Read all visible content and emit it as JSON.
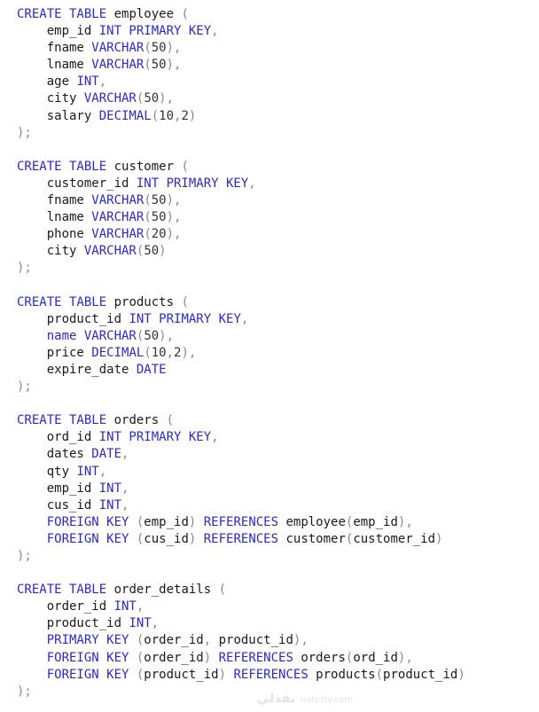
{
  "colors": {
    "keyword": "#2a2ac8",
    "identifier": "#1a1a1a",
    "punctuation": "#8a8a8a"
  },
  "watermark": {
    "arabic": "نفذلي",
    "site": "nafezly.com"
  },
  "code_lines": [
    [
      [
        "k",
        "CREATE TABLE"
      ],
      [
        "i",
        " employee "
      ],
      [
        "p",
        "("
      ]
    ],
    [
      [
        "i",
        "    emp_id "
      ],
      [
        "k",
        "INT PRIMARY KEY"
      ],
      [
        "p",
        ","
      ]
    ],
    [
      [
        "i",
        "    fname "
      ],
      [
        "k",
        "VARCHAR"
      ],
      [
        "p",
        "("
      ],
      [
        "n",
        "50"
      ],
      [
        "p",
        "),"
      ]
    ],
    [
      [
        "i",
        "    lname "
      ],
      [
        "k",
        "VARCHAR"
      ],
      [
        "p",
        "("
      ],
      [
        "n",
        "50"
      ],
      [
        "p",
        "),"
      ]
    ],
    [
      [
        "i",
        "    age "
      ],
      [
        "k",
        "INT"
      ],
      [
        "p",
        ","
      ]
    ],
    [
      [
        "i",
        "    city "
      ],
      [
        "k",
        "VARCHAR"
      ],
      [
        "p",
        "("
      ],
      [
        "n",
        "50"
      ],
      [
        "p",
        "),"
      ]
    ],
    [
      [
        "i",
        "    salary "
      ],
      [
        "k",
        "DECIMAL"
      ],
      [
        "p",
        "("
      ],
      [
        "n",
        "10"
      ],
      [
        "p",
        ","
      ],
      [
        "n",
        "2"
      ],
      [
        "p",
        ")"
      ]
    ],
    [
      [
        "p",
        ");"
      ]
    ],
    [],
    [
      [
        "k",
        "CREATE TABLE"
      ],
      [
        "i",
        " customer "
      ],
      [
        "p",
        "("
      ]
    ],
    [
      [
        "i",
        "    customer_id "
      ],
      [
        "k",
        "INT PRIMARY KEY"
      ],
      [
        "p",
        ","
      ]
    ],
    [
      [
        "i",
        "    fname "
      ],
      [
        "k",
        "VARCHAR"
      ],
      [
        "p",
        "("
      ],
      [
        "n",
        "50"
      ],
      [
        "p",
        "),"
      ]
    ],
    [
      [
        "i",
        "    lname "
      ],
      [
        "k",
        "VARCHAR"
      ],
      [
        "p",
        "("
      ],
      [
        "n",
        "50"
      ],
      [
        "p",
        "),"
      ]
    ],
    [
      [
        "i",
        "    phone "
      ],
      [
        "k",
        "VARCHAR"
      ],
      [
        "p",
        "("
      ],
      [
        "n",
        "20"
      ],
      [
        "p",
        "),"
      ]
    ],
    [
      [
        "i",
        "    city "
      ],
      [
        "k",
        "VARCHAR"
      ],
      [
        "p",
        "("
      ],
      [
        "n",
        "50"
      ],
      [
        "p",
        ")"
      ]
    ],
    [
      [
        "p",
        ");"
      ]
    ],
    [],
    [
      [
        "k",
        "CREATE TABLE"
      ],
      [
        "i",
        " products "
      ],
      [
        "p",
        "("
      ]
    ],
    [
      [
        "i",
        "    product_id "
      ],
      [
        "k",
        "INT PRIMARY KEY"
      ],
      [
        "p",
        ","
      ]
    ],
    [
      [
        "i",
        "    "
      ],
      [
        "k",
        "name VARCHAR"
      ],
      [
        "p",
        "("
      ],
      [
        "n",
        "50"
      ],
      [
        "p",
        "),"
      ]
    ],
    [
      [
        "i",
        "    price "
      ],
      [
        "k",
        "DECIMAL"
      ],
      [
        "p",
        "("
      ],
      [
        "n",
        "10"
      ],
      [
        "p",
        ","
      ],
      [
        "n",
        "2"
      ],
      [
        "p",
        "),"
      ]
    ],
    [
      [
        "i",
        "    expire_date "
      ],
      [
        "k",
        "DATE"
      ]
    ],
    [
      [
        "p",
        ");"
      ]
    ],
    [],
    [
      [
        "k",
        "CREATE TABLE"
      ],
      [
        "i",
        " orders "
      ],
      [
        "p",
        "("
      ]
    ],
    [
      [
        "i",
        "    ord_id "
      ],
      [
        "k",
        "INT PRIMARY KEY"
      ],
      [
        "p",
        ","
      ]
    ],
    [
      [
        "i",
        "    dates "
      ],
      [
        "k",
        "DATE"
      ],
      [
        "p",
        ","
      ]
    ],
    [
      [
        "i",
        "    qty "
      ],
      [
        "k",
        "INT"
      ],
      [
        "p",
        ","
      ]
    ],
    [
      [
        "i",
        "    emp_id "
      ],
      [
        "k",
        "INT"
      ],
      [
        "p",
        ","
      ]
    ],
    [
      [
        "i",
        "    cus_id "
      ],
      [
        "k",
        "INT"
      ],
      [
        "p",
        ","
      ]
    ],
    [
      [
        "i",
        "    "
      ],
      [
        "k",
        "FOREIGN KEY"
      ],
      [
        "p",
        " ("
      ],
      [
        "i",
        "emp_id"
      ],
      [
        "p",
        ")"
      ],
      [
        "k",
        " REFERENCES"
      ],
      [
        "i",
        " employee"
      ],
      [
        "p",
        "("
      ],
      [
        "i",
        "emp_id"
      ],
      [
        "p",
        "),"
      ]
    ],
    [
      [
        "i",
        "    "
      ],
      [
        "k",
        "FOREIGN KEY"
      ],
      [
        "p",
        " ("
      ],
      [
        "i",
        "cus_id"
      ],
      [
        "p",
        ")"
      ],
      [
        "k",
        " REFERENCES"
      ],
      [
        "i",
        " customer"
      ],
      [
        "p",
        "("
      ],
      [
        "i",
        "customer_id"
      ],
      [
        "p",
        ")"
      ]
    ],
    [
      [
        "p",
        ");"
      ]
    ],
    [],
    [
      [
        "k",
        "CREATE TABLE"
      ],
      [
        "i",
        " order_details "
      ],
      [
        "p",
        "("
      ]
    ],
    [
      [
        "i",
        "    order_id "
      ],
      [
        "k",
        "INT"
      ],
      [
        "p",
        ","
      ]
    ],
    [
      [
        "i",
        "    product_id "
      ],
      [
        "k",
        "INT"
      ],
      [
        "p",
        ","
      ]
    ],
    [
      [
        "i",
        "    "
      ],
      [
        "k",
        "PRIMARY KEY"
      ],
      [
        "p",
        " ("
      ],
      [
        "i",
        "order_id"
      ],
      [
        "p",
        ", "
      ],
      [
        "i",
        "product_id"
      ],
      [
        "p",
        "),"
      ]
    ],
    [
      [
        "i",
        "    "
      ],
      [
        "k",
        "FOREIGN KEY"
      ],
      [
        "p",
        " ("
      ],
      [
        "i",
        "order_id"
      ],
      [
        "p",
        ")"
      ],
      [
        "k",
        " REFERENCES"
      ],
      [
        "i",
        " orders"
      ],
      [
        "p",
        "("
      ],
      [
        "i",
        "ord_id"
      ],
      [
        "p",
        "),"
      ]
    ],
    [
      [
        "i",
        "    "
      ],
      [
        "k",
        "FOREIGN KEY"
      ],
      [
        "p",
        " ("
      ],
      [
        "i",
        "product_id"
      ],
      [
        "p",
        ")"
      ],
      [
        "k",
        " REFERENCES"
      ],
      [
        "i",
        " products"
      ],
      [
        "p",
        "("
      ],
      [
        "i",
        "product_id"
      ],
      [
        "p",
        ")"
      ]
    ],
    [
      [
        "p",
        ");"
      ]
    ]
  ]
}
